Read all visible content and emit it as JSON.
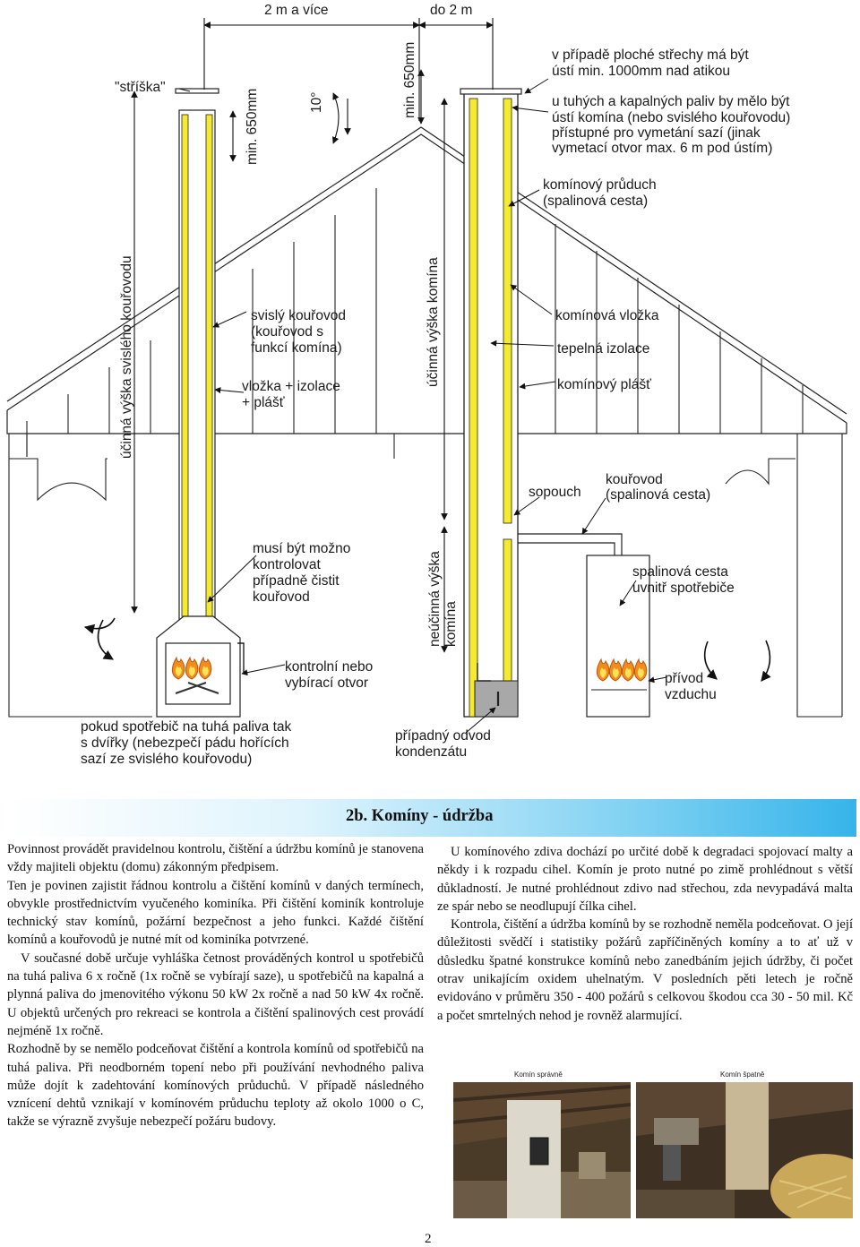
{
  "diagram": {
    "dim_left": "2 m a více",
    "dim_right": "do 2 m",
    "striska": "\"stříška\"",
    "min650_left": "min. 650mm",
    "angle": "10°",
    "min650_right": "min. 650mm",
    "flat_roof": [
      "v případě ploché střechy má být",
      "ústí min. 1000mm nad atikou"
    ],
    "solid_fuels": [
      "u tuhých a kapalných paliv by mělo být",
      "ústí komína (nebo svislého kouřovodu)",
      "přístupné pro vymetání sazí (jinak",
      "vymetací otvor max. 6 m pod ústím)"
    ],
    "flue": [
      "komínový průduch",
      "(spalinová cesta)"
    ],
    "vertical_pipe_height": "účinná výška svislého kouřovodu",
    "vertical_pipe": [
      "svislý kouřovod",
      "(kouřovod s",
      "funkcí komína)"
    ],
    "liner_insulation": [
      "vložka + izolace",
      "+ plášť"
    ],
    "chimney_height": "účinná výška komína",
    "chimney_liner": "komínová vložka",
    "thermal_insulation": "tepelná izolace",
    "chimney_shell": "komínový plášť",
    "sopouch": "sopouch",
    "connector": [
      "kouřovod",
      "(spalinová cesta)"
    ],
    "inspect": [
      "musí být možno",
      "kontrolovat",
      "případně čistit",
      "kouřovod"
    ],
    "ineffective_height": [
      "neúčinná výška",
      "komína"
    ],
    "appliance_path": [
      "spalinová cesta",
      "uvnitř spotřebiče"
    ],
    "cleaning_opening": [
      "kontrolní nebo",
      "vybírací otvor"
    ],
    "air_supply": [
      "přívod",
      "vzduchu"
    ],
    "solid_fuel_warning": [
      "pokud spotřebič na tuhá paliva tak",
      "s dvířky (nebezpečí pádu hořících",
      "sazí ze svislého kouřovodu)"
    ],
    "condensate": [
      "případný odvod",
      "kondenzátu"
    ]
  },
  "section": {
    "title": "2b. Komíny - údržba",
    "left_col": [
      "Povinnost provádět pravidelnou kontrolu, čištění a údržbu komínů je stanovena vždy majiteli objektu (domu) zákonným předpisem.",
      "Ten je povinen zajistit řádnou kontrolu a čištění komínů v daných termínech, obvykle prostřednictvím vyučeného kominíka. Při čištění kominík kontroluje technický stav komínů, požární bezpečnost a jeho funkci. Každé čištění komínů a kouřovodů je nutné mít od kominíka potvrzené.",
      "V současné době určuje vyhláška četnost prováděných kontrol u spotřebičů na tuhá paliva 6 x ročně (1x ročně se vybírají saze), u spotřebičů na kapalná a plynná paliva do jmenovitého výkonu 50 kW 2x ročně a nad 50 kW 4x ročně. U objektů určených pro rekreaci se kontrola a čištění spalinových cest provádí nejméně 1x ročně.",
      "Rozhodně by se nemělo podceňovat čištění a kontrola komínů od spotřebičů na tuhá paliva. Při neodborném topení nebo při používání nevhodného paliva může dojít k zadehtování komínových průduchů. V případě následného vznícení dehtů vznikají v komínovém průduchu teploty až okolo 1000 o C, takže se výrazně zvyšuje nebezpečí požáru budovy."
    ],
    "right_col": [
      "U komínového zdiva dochází po určité době k degradaci spojovací malty a někdy i k rozpadu cihel. Komín je proto nutné po zimě prohlédnout s větší důkladností. Je nutné prohlédnout zdivo nad střechou, zda nevypadává malta ze spár nebo se neodlupují čílka cihel.",
      "Kontrola, čištění a údržba komínů by se rozhodně neměla podceňovat. O její důležitosti svědčí i statistiky požárů zapříčiněných komíny a to ať už v důsledku špatné konstrukce komínů nebo zanedbáním jejich údržby, či počet otrav unikajícím oxidem uhelnatým. V posledních pěti letech je ročně evidováno v průměru 350 - 400 požárů s celkovou škodou cca 30 - 50 mil. Kč a počet smrtelných nehod je rovněž alarmující."
    ],
    "photo_left_caption": "Komín správně",
    "photo_right_caption": "Komín špatně"
  },
  "page_number": "2",
  "colors": {
    "liner": "#f5ea2e",
    "banner": "#35b4ea",
    "gray": "#a8a8a8",
    "flame": "#f28c1c"
  }
}
